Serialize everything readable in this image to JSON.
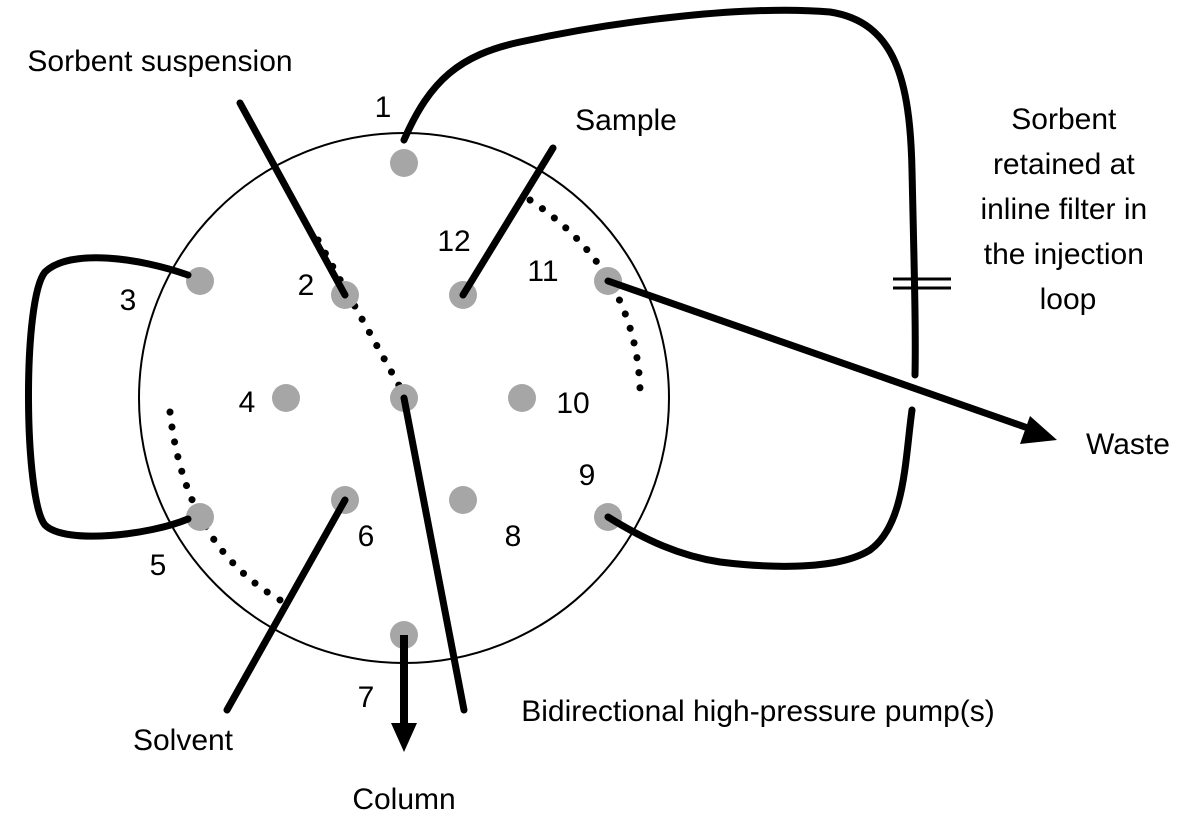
{
  "labels": {
    "sorbent_suspension": "Sorbent suspension",
    "sample": "Sample",
    "sorbent_retained_lines": [
      "Sorbent",
      "retained at",
      "inline filter in",
      "the injection",
      "loop"
    ],
    "waste": "Waste",
    "pump": "Bidirectional high-pressure pump(s)",
    "solvent": "Solvent",
    "column": "Column"
  },
  "ports": [
    "1",
    "2",
    "3",
    "4",
    "5",
    "6",
    "7",
    "8",
    "9",
    "10",
    "11",
    "12"
  ]
}
